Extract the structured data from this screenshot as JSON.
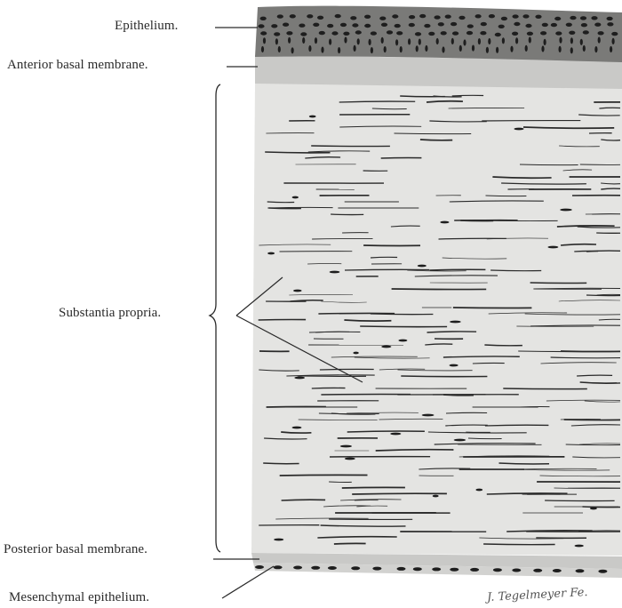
{
  "labels": {
    "epithelium": "Epithelium.",
    "anterior_basal_membrane": "Anterior basal membrane.",
    "substantia_propria": "Substantia propria.",
    "posterior_basal_membrane": "Posterior basal membrane.",
    "mesenchymal_epithelium": "Mesenchymal epithelium."
  },
  "signature": "J. Tegelmeyer Fe.",
  "colors": {
    "ink": "#2a2a2a",
    "stroma": "#e4e4e2",
    "epithelium": "#7a7a78",
    "basal_membrane": "#c9c9c7",
    "nucleus": "#1e1e1e"
  }
}
